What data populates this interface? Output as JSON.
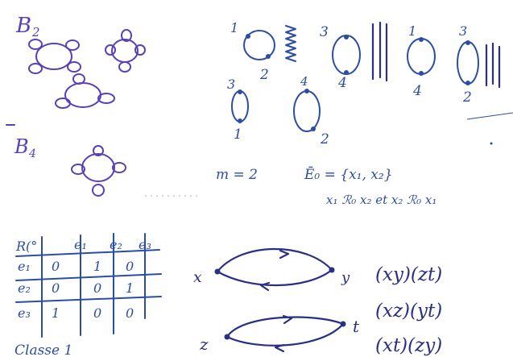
{
  "quadrant_top_left": {
    "label_b2": "B",
    "label_b2_sub": "2",
    "label_b4": "B",
    "label_b4_sub": "4"
  },
  "quadrant_top_right": {
    "graph1": {
      "top": "1",
      "bottom": "2"
    },
    "graph2": {
      "top": "3",
      "bottom": "4"
    },
    "graph3": {
      "top": "1",
      "bottom": "4"
    },
    "graph4": {
      "top": "3",
      "bottom": "2"
    },
    "graph5": {
      "top": "3",
      "bottom": "1"
    },
    "graph6": {
      "top": "4",
      "bottom": "2"
    },
    "m_line": "m = 2",
    "e0_line": "Ē₀ = {x₁, x₂}",
    "relation_line": "x₁ ℛ₀ x₂   et x₂ ℛ₀ x₁"
  },
  "table": {
    "corner": "R(°",
    "headers": [
      "e₁",
      "e₂",
      "e₃"
    ],
    "rows": [
      {
        "label": "e₁",
        "values": [
          "0",
          "1",
          "0"
        ]
      },
      {
        "label": "e₂",
        "values": [
          "0",
          "0",
          "1"
        ]
      },
      {
        "label": "e₃",
        "values": [
          "1",
          "0",
          "0"
        ]
      }
    ],
    "caption": "Classe 1"
  },
  "digraph": {
    "top_left": "x",
    "top_right": "y",
    "bottom_left": "z",
    "bottom_right": "t"
  },
  "pairings": [
    "(xy)(zt)",
    "(xz)(yt)",
    "(xt)(zy)"
  ]
}
